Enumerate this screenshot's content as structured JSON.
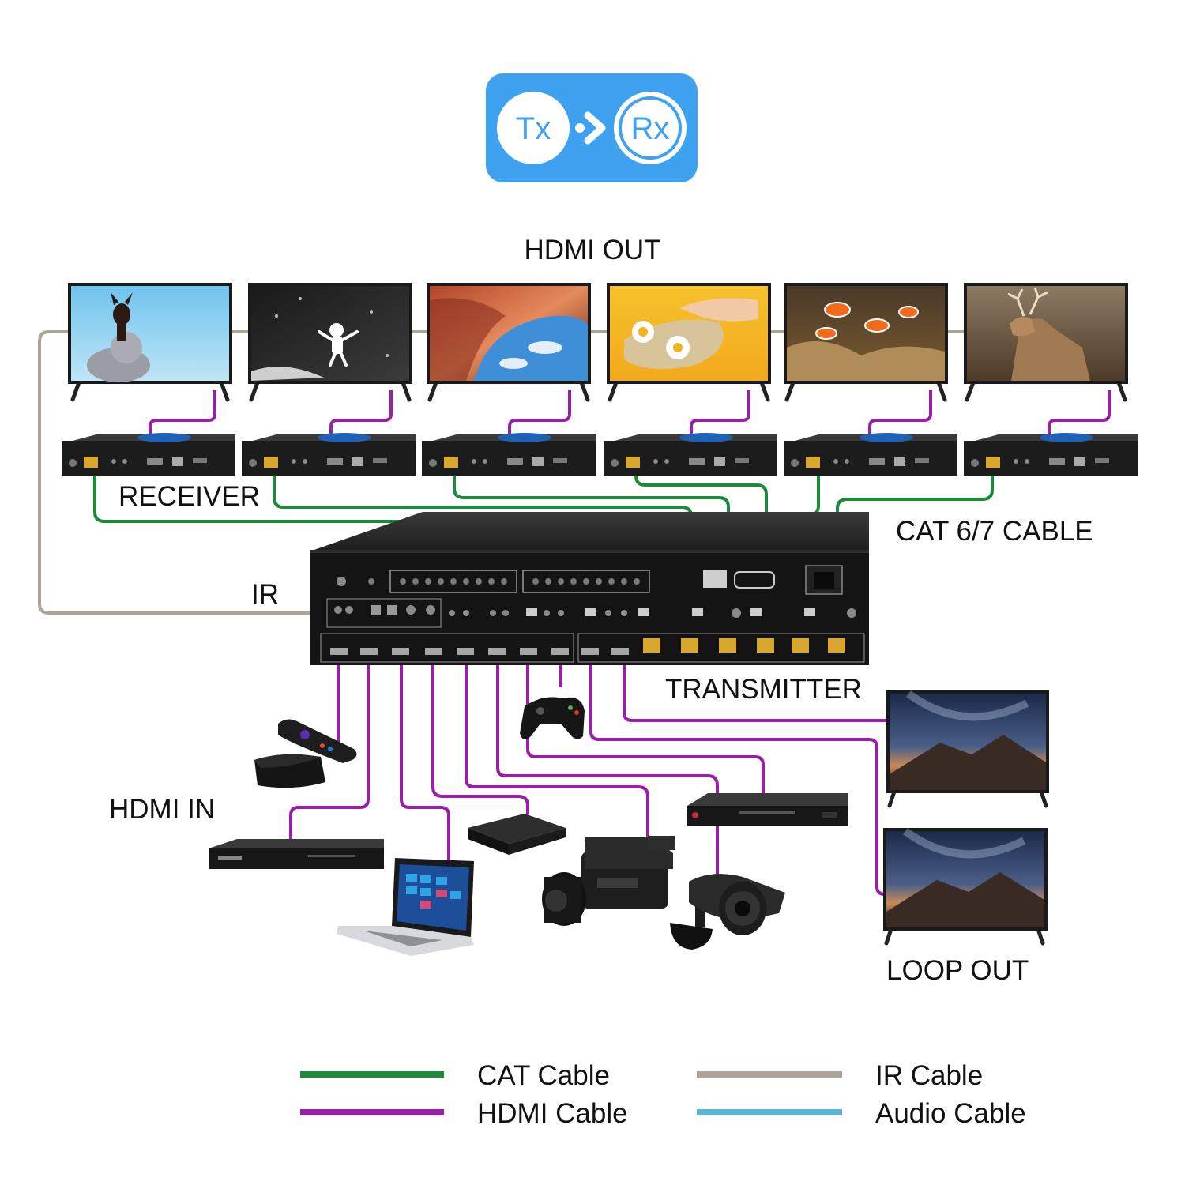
{
  "badge": {
    "tx": "Tx",
    "rx": "Rx"
  },
  "labels": {
    "hdmi_out": "HDMI OUT",
    "receiver": "RECEIVER",
    "cat_cable": "CAT 6/7 CABLE",
    "ir": "IR",
    "transmitter": "TRANSMITTER",
    "hdmi_in": "HDMI IN",
    "loop_out": "LOOP OUT"
  },
  "legend": [
    {
      "label": "CAT Cable",
      "color": "#1b8a3a"
    },
    {
      "label": "HDMI Cable",
      "color": "#9a1fa8"
    },
    {
      "label": "IR Cable",
      "color": "#aaa597"
    },
    {
      "label": "Audio Cable",
      "color": "#5fb3d6"
    }
  ],
  "colors": {
    "badge_bg": "#3ea2f0",
    "cat": "#1b8a3a",
    "hdmi": "#9a1fa8",
    "ir": "#aaa597",
    "device": "#1c1c1c",
    "port_gold": "#d9a72e"
  },
  "tv_screens": [
    "dog-and-cat-icon",
    "astronaut-icon",
    "canyon-icon",
    "daisy-bread-icon",
    "clownfish-icon",
    "deer-icon"
  ],
  "sources": [
    "roku-player-icon",
    "dvd-player-icon",
    "laptop-icon",
    "media-box-icon",
    "camcorder-icon",
    "game-controller-icon",
    "blu-ray-player-icon",
    "security-camera-icon"
  ]
}
